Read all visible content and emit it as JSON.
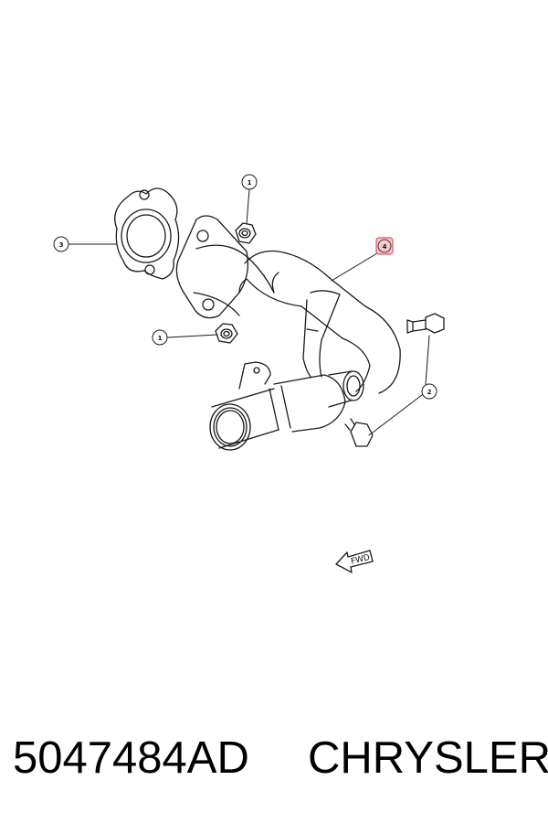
{
  "callouts": [
    {
      "label": "1",
      "highlighted": false
    },
    {
      "label": "1",
      "highlighted": false
    },
    {
      "label": "2",
      "highlighted": false
    },
    {
      "label": "3",
      "highlighted": false
    },
    {
      "label": "4",
      "highlighted": true
    }
  ],
  "direction_marker": {
    "label": "FWD"
  },
  "caption": {
    "part_number": "5047484AD",
    "brand": "CHRYSLER"
  },
  "colors": {
    "line": "#1a1a1a",
    "highlight": "#e0555f",
    "highlight_fill": "#f7c9cc",
    "background": "#ffffff"
  }
}
